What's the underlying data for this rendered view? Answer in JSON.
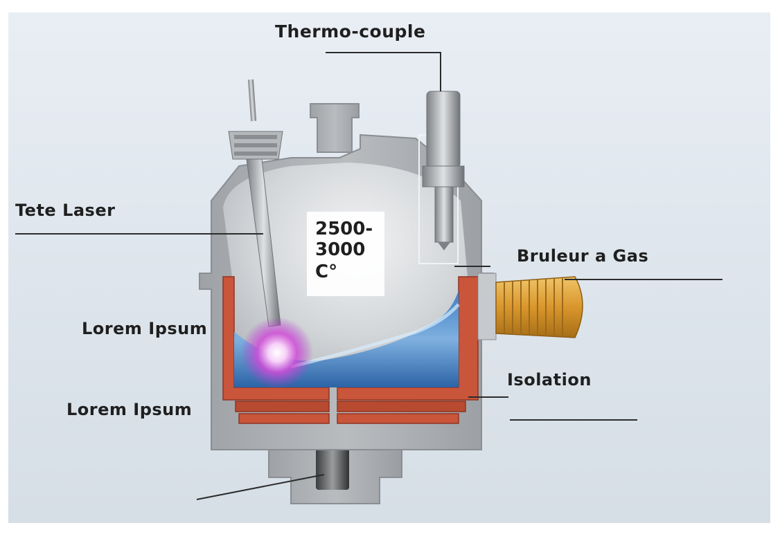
{
  "labels": {
    "thermocouple": "Thermo-couple",
    "laser_head": "Tete Laser",
    "gas_burner": "Bruleur a Gas",
    "lorem_1": "Lorem Ipsum",
    "lorem_2": "Lorem Ipsum",
    "insulation": "Isolation"
  },
  "temperature": {
    "line1": "2500-",
    "line2": "3000",
    "line3": "C°"
  },
  "colors": {
    "background": "#e3e9ef",
    "vessel_wall": "#a9acaf",
    "vessel_interior": "#cfd2d5",
    "insulation": "#c9553a",
    "molten_bath": "#2f6fb3",
    "laser_glow": "#d04bd8",
    "burner": "#d9a23a"
  },
  "icons": {
    "laser_head": "laser-probe-icon",
    "thermocouple": "thermocouple-sensor-icon",
    "burner": "gas-burner-nozzle-icon",
    "drain": "drain-plug-icon"
  }
}
